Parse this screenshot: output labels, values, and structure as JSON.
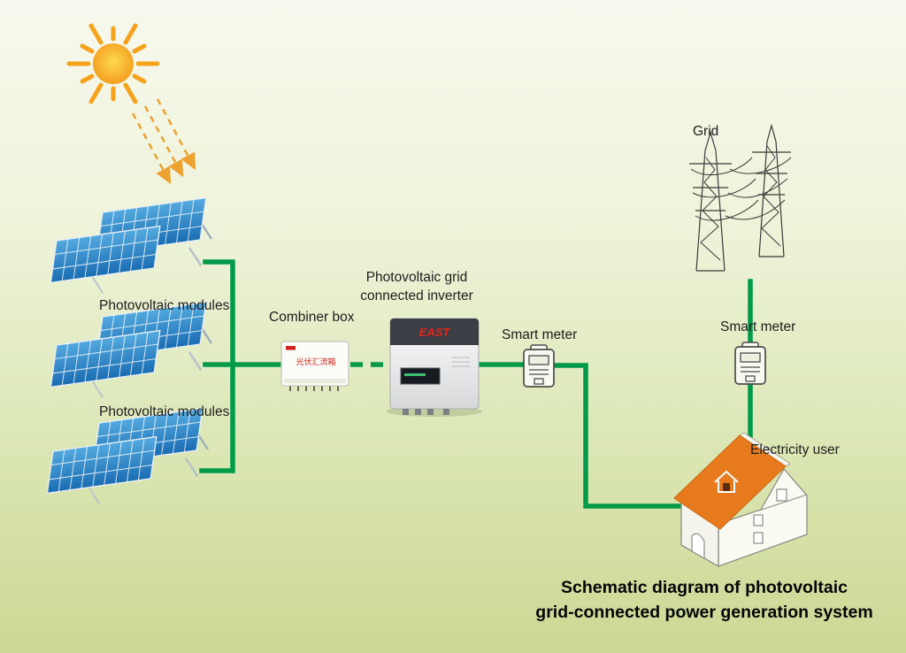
{
  "title": {
    "line1": "Schematic diagram of photovoltaic",
    "line2": "grid-connected power generation system"
  },
  "labels": {
    "grid": "Grid",
    "pv_modules_top": "Photovoltaic modules",
    "pv_modules_bottom": "Photovoltaic modules",
    "combiner_box": "Combiner box",
    "inverter_line1": "Photovoltaic grid",
    "inverter_line2": "connected inverter",
    "smart_meter_left": "Smart meter",
    "smart_meter_right": "Smart meter",
    "electricity_user": "Electricity user"
  },
  "devices": {
    "inverter_brand": "EAST",
    "combiner_box_text": "光伏汇流箱"
  },
  "colors": {
    "connector_green": "#009a49",
    "roof_orange": "#e87a1e",
    "panel_blue": "#2f8fd0",
    "sun_orange": "#f6a21c",
    "background_top": "#f7f9ee",
    "background_bottom": "#cbd893"
  }
}
